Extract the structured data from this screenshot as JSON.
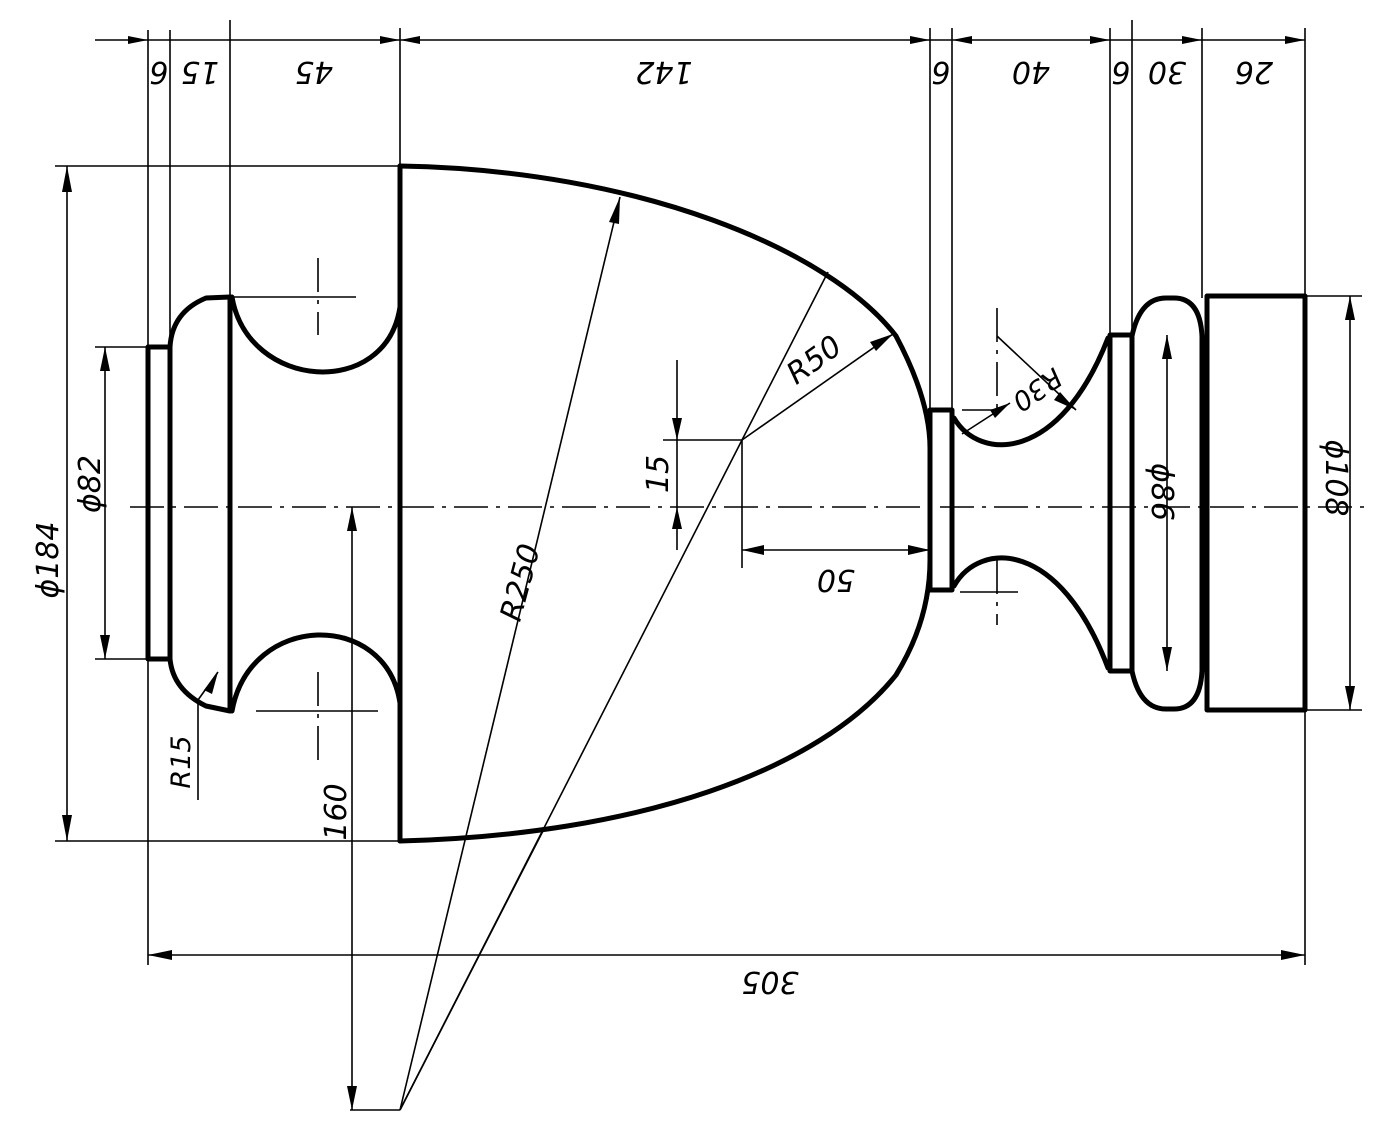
{
  "dimensions": {
    "top_chain": [
      "6",
      "15",
      "45",
      "142",
      "6",
      "40",
      "6",
      "30",
      "26"
    ],
    "overall_length": "305",
    "diameters": {
      "left_major": "ϕ184",
      "left_neck": "ϕ82",
      "right_collar": "ϕ86",
      "right_end": "ϕ108"
    },
    "radii": {
      "left_fillet": "R15",
      "body_large": "R250",
      "body_shoulder": "R50",
      "right_groove": "R30"
    },
    "linear": {
      "center_offset": "15",
      "center_distance": "50",
      "large_radius_center_drop": "160"
    }
  }
}
